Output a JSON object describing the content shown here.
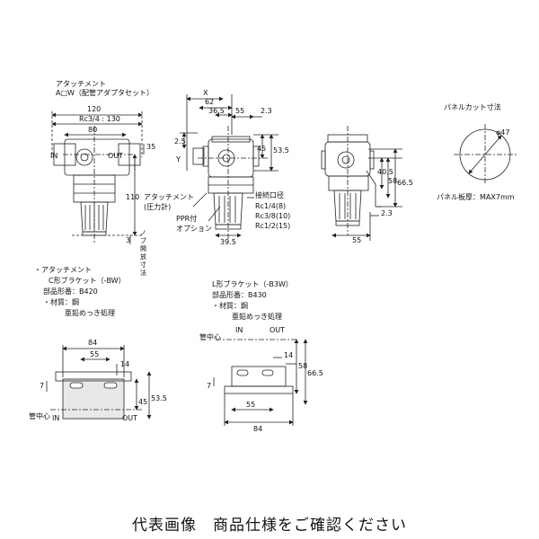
{
  "caption": "代表画像　商品仕様をご確認ください",
  "attachment_note": {
    "title": "アタッチメント",
    "subtitle": "A□W（配管アダプタセット）",
    "dim_120": "120",
    "dim_rc34": "Rc3/4 : 130",
    "dim_80": "80"
  },
  "front_view": {
    "in": "IN",
    "out": "OUT",
    "dim_35": "35",
    "dim_110": "110",
    "dim_3": "3",
    "label_side": "ノブ開放寸法"
  },
  "side_view": {
    "dim_x": "X",
    "dim_62": "62",
    "dim_365": "36.5",
    "dim_55": "55",
    "dim_23": "2.3",
    "dim_25": "2.5",
    "dim_y": "Y",
    "dim_45": "45",
    "dim_535": "53.5",
    "dim_395": "39.5",
    "gauge_label": "アタッチメント\n(圧力計)",
    "ppr_label": "PPR付\nオプション",
    "port_title": "接続口径",
    "port_1": "Rc1/4(8)",
    "port_2": "Rc3/8(10)",
    "port_3": "Rc1/2(15)"
  },
  "rear_view": {
    "dim_405": "40.5",
    "dim_58": "58",
    "dim_665": "66.5",
    "dim_23": "2.3",
    "dim_55": "55"
  },
  "panel": {
    "title": "パネルカット寸法",
    "dia": "φ47",
    "thickness": "パネル板厚：MAX7mm"
  },
  "c_bracket": {
    "title": "・アタッチメント",
    "name": "C形ブラケット（-BW）",
    "part": "部品形番：B420",
    "material": "・材質：鋼",
    "finish": "亜鉛めっき処理",
    "dim_84": "84",
    "dim_55": "55",
    "dim_14": "14",
    "dim_7": "7",
    "dim_45": "45",
    "dim_535": "53.5",
    "center": "管中心",
    "in": "IN",
    "out": "OUT"
  },
  "l_bracket": {
    "name": "L形ブラケット（-B3W）",
    "part": "部品形番：B430",
    "material": "・材質：鋼",
    "finish": "亜鉛めっき処理",
    "center": "管中心",
    "in": "IN",
    "out": "OUT",
    "dim_7": "7",
    "dim_58": "58",
    "dim_665": "66.5",
    "dim_14": "14",
    "dim_55": "55",
    "dim_84": "84"
  }
}
